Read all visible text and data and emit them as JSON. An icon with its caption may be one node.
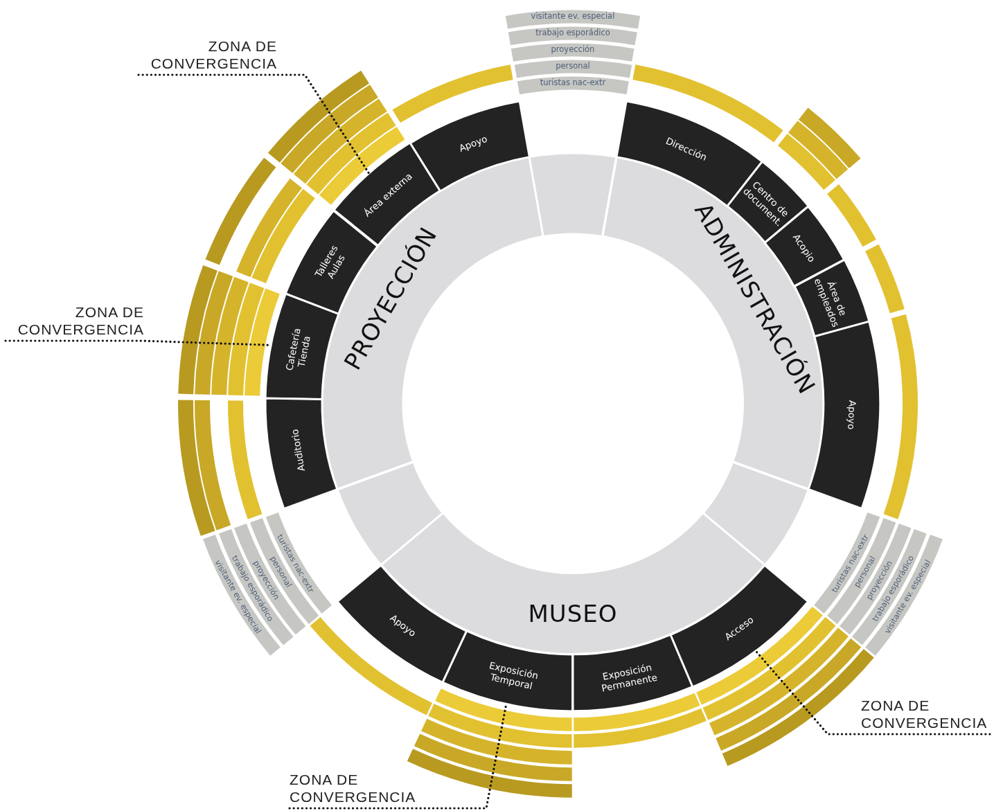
{
  "diagram": {
    "nodes": [
      {
        "text": [
          "visitante ev. especial"
        ]
      },
      {
        "text": [
          "trabajo esporádico"
        ]
      },
      {
        "text": [
          "proyección"
        ]
      },
      {
        "text": [
          "personal"
        ]
      },
      {
        "text": [
          "turistas nac-extr"
        ]
      },
      {
        "text": [
          "ZONA DE CONVERGENCIA"
        ]
      },
      {
        "text": [
          "ZONA DE CONVERGENCIA"
        ]
      },
      {
        "text": [
          "PROYECCIÓN"
        ]
      },
      {
        "text": [
          "ADMINISTRACIÓN"
        ]
      },
      {
        "text": [
          "MUSEO"
        ]
      },
      {
        "text": [],
        "shape": "sector"
      },
      {
        "text": [],
        "shape": "sector"
      },
      {
        "text": [],
        "shape": "sector"
      },
      {
        "text": [
          "Apoyo"
        ]
      },
      {
        "text": [
          "Área externa"
        ]
      },
      {
        "text": [
          "Talleres Aulas"
        ]
      },
      {
        "text": [
          "Cafetería Tienda"
        ]
      },
      {
        "text": [
          "Auditorio"
        ]
      },
      {
        "text": [
          "Dirección"
        ]
      },
      {
        "text": [
          "Centro de document."
        ]
      },
      {
        "text": [
          "Acopio"
        ]
      },
      {
        "text": [
          "Área de empleados"
        ]
      },
      {
        "text": [
          "Apoyo"
        ]
      },
      {
        "text": [
          "Apoyo"
        ]
      },
      {
        "text": [
          "Exposición Temporal"
        ]
      },
      {
        "text": [
          "Exposición Permanente"
        ]
      },
      {
        "text": [
          "Acceso"
        ]
      },
      {
        "text": [
          "visitante ev. especial"
        ]
      },
      {
        "text": [
          "trabajo esporádico"
        ]
      },
      {
        "text": [
          "proyección"
        ]
      },
      {
        "text": [
          "personal"
        ]
      },
      {
        "text": [
          "turistas nac-extr"
        ]
      },
      {
        "text": [
          "turistas nac-extr"
        ]
      },
      {
        "text": [
          "personal"
        ]
      },
      {
        "text": [
          "proyección"
        ]
      },
      {
        "text": [
          "trabajo esporádico"
        ]
      },
      {
        "text": [
          "visitante ev. especial"
        ]
      },
      {
        "text": [
          "ZONA DE CONVERGENCIA"
        ]
      },
      {
        "text": [
          "ZONA DE CONVERGENCIA"
        ]
      }
    ],
    "edges": [
      {
        "from": 5,
        "to": 14,
        "arrow": "none",
        "style": "dashed"
      },
      {
        "from": 6,
        "to": 16,
        "arrow": "none",
        "style": "dashed"
      },
      {
        "from": 37,
        "to": 26,
        "arrow": "none",
        "style": "dashed"
      },
      {
        "from": 38,
        "to": 24,
        "arrow": "none",
        "style": "dashed"
      }
    ]
  }
}
